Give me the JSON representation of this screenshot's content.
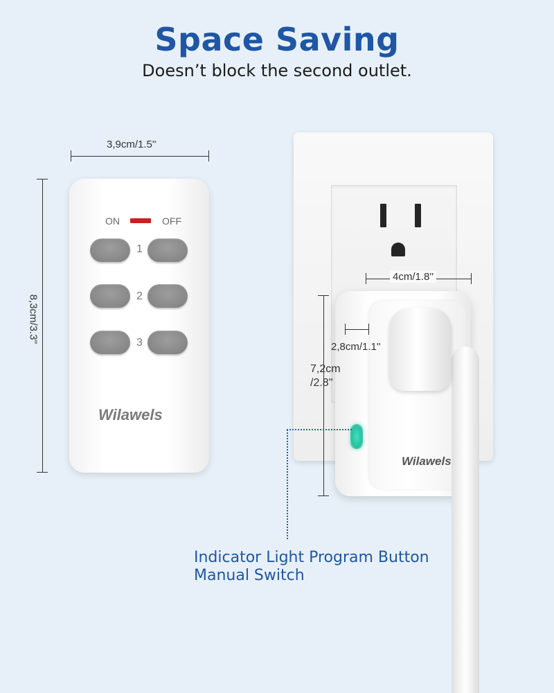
{
  "header": {
    "title": "Space Saving",
    "subtitle": "Doesn’t block the second outlet."
  },
  "remote": {
    "on_label": "ON",
    "off_label": "OFF",
    "rows": [
      "1",
      "2",
      "3"
    ],
    "brand": "Wilawels",
    "width_dim": "3,9cm/1.5''",
    "height_dim": "8,3cm/3.3''"
  },
  "plug": {
    "brand": "Wilawels",
    "width_dim": "4cm/1.8''",
    "depth_dim": "2,8cm/1.1''",
    "height_dim_line1": "7,2cm",
    "height_dim_line2": "/2.8''"
  },
  "callout": {
    "line1": "Indicator Light Program Button",
    "line2": "Manual Switch"
  },
  "colors": {
    "accent": "#1f56a5",
    "background": "#e7f0f8",
    "led": "#cc1f1f",
    "indicator": "#3fe0c0"
  }
}
